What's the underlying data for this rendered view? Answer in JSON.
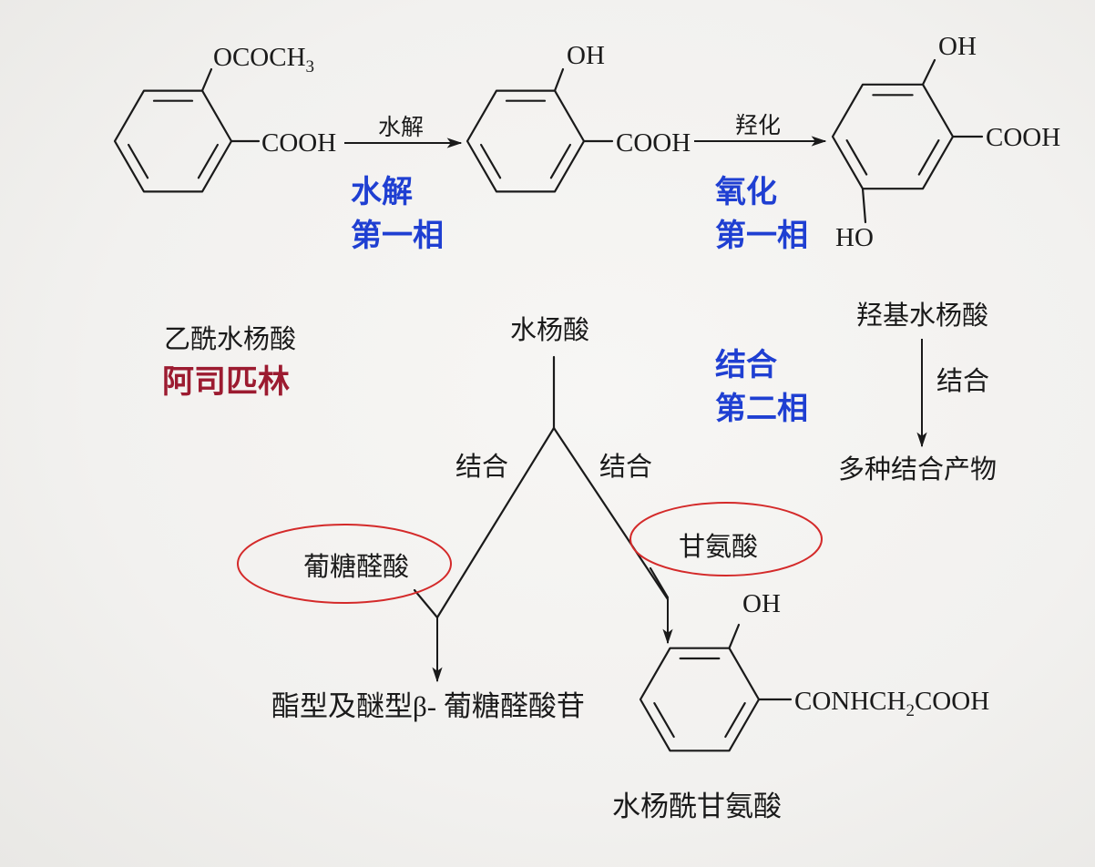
{
  "colors": {
    "ink": "#1a1a1a",
    "phase_blue": "#1f3fd2",
    "aspirin_red": "#9c1b30",
    "highlight_red": "#d42a2a",
    "paper": "#f2f1ef"
  },
  "aspirin": {
    "top_group": {
      "main": "OCOCH",
      "sub": "3"
    },
    "right_group": "COOH",
    "name": "乙酰水杨酸",
    "common_name": "阿司匹林"
  },
  "salicylic_acid": {
    "top_group": "OH",
    "right_group": "COOH",
    "name": "水杨酸"
  },
  "hydroxysalicylic_acid": {
    "top_group": "OH",
    "right_group": "COOH",
    "bottom_group": "HO",
    "name": "羟基水杨酸"
  },
  "salicyluric_acid": {
    "top_group": "OH",
    "right_group": {
      "main": "CONHCH",
      "sub": "2",
      "tail": "COOH"
    },
    "name": "水杨酰甘氨酸"
  },
  "products": {
    "glucuronides": "酯型及醚型β- 葡糖醛酸苷",
    "conjugates": "多种结合产物"
  },
  "reagents": {
    "glucuronic_acid": "葡糖醛酸",
    "glycine": "甘氨酸"
  },
  "arrow_labels": {
    "hydrolysis": "水解",
    "hydroxylation": "羟化",
    "conjugation_vertical": "结合",
    "conjugation_left_branch": "结合",
    "conjugation_right_branch": "结合"
  },
  "phase_annotations": {
    "hydrolysis": {
      "type": "水解",
      "phase": "第一相"
    },
    "oxidation": {
      "type": "氧化",
      "phase": "第一相"
    },
    "conjugation": {
      "type": "结合",
      "phase": "第二相"
    }
  }
}
